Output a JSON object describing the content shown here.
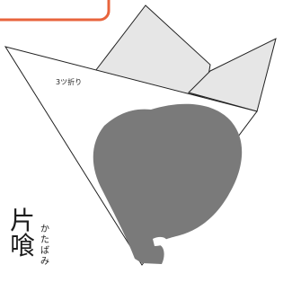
{
  "fold_label": "3ツ折り",
  "title": {
    "kanji_1": "片",
    "kanji_2": "喰",
    "kana_1": "か",
    "kana_2": "た",
    "kana_3": "ば",
    "kana_4": "み"
  },
  "colors": {
    "accent": "#e8643c",
    "outline": "#222222",
    "paper_back": "#e6e6e6",
    "leaf": "#7a7a7a",
    "paper_front": "#ffffff"
  }
}
